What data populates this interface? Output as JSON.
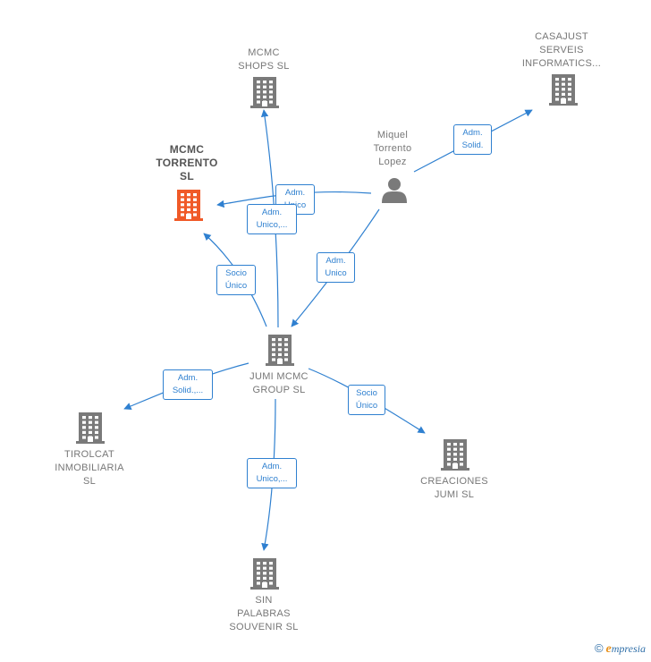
{
  "colors": {
    "edge": "#2f80d0",
    "building": "#7a7a7a",
    "focus": "#f05a28",
    "person": "#7a7a7a"
  },
  "nodes": [
    {
      "id": "casajust",
      "label": "CASAJUST\nSERVEIS\nINFORMATICS...",
      "icon": "building-icon",
      "focus": false
    },
    {
      "id": "mcmc_shops",
      "label": "MCMC\nSHOPS  SL",
      "icon": "building-icon",
      "focus": false
    },
    {
      "id": "mcmc_torrento",
      "label": "MCMC\nTORRENTO\nSL",
      "icon": "building-icon",
      "focus": true
    },
    {
      "id": "miquel",
      "label": "Miquel\nTorrento\nLopez",
      "icon": "person-icon",
      "focus": false
    },
    {
      "id": "jumi",
      "label": "JUMI MCMC\nGROUP  SL",
      "icon": "building-icon",
      "focus": false
    },
    {
      "id": "tirolcat",
      "label": "TIROLCAT\nINMOBILIARIA\nSL",
      "icon": "building-icon",
      "focus": false
    },
    {
      "id": "creaciones",
      "label": "CREACIONES\nJUMI SL",
      "icon": "building-icon",
      "focus": false
    },
    {
      "id": "sin_palabras",
      "label": "SIN\nPALABRAS\nSOUVENIR  SL",
      "icon": "building-icon",
      "focus": false
    }
  ],
  "edges": [
    {
      "id": "e1",
      "label": "Adm.\nSolid.",
      "from": "miquel",
      "to": "casajust"
    },
    {
      "id": "e2",
      "label": "Adm.\nUnico",
      "from": "miquel",
      "to": "mcmc_torrento"
    },
    {
      "id": "e3",
      "label": "Adm.\nUnico",
      "from": "miquel",
      "to": "jumi"
    },
    {
      "id": "e4",
      "label": "Adm.\nUnico,...",
      "from": "jumi",
      "to": "mcmc_shops"
    },
    {
      "id": "e5",
      "label": "Socio\nÚnico",
      "from": "jumi",
      "to": "mcmc_torrento"
    },
    {
      "id": "e6",
      "label": "Adm.\nSolid.,...",
      "from": "jumi",
      "to": "tirolcat"
    },
    {
      "id": "e7",
      "label": "Socio\nÚnico",
      "from": "jumi",
      "to": "creaciones"
    },
    {
      "id": "e8",
      "label": "Adm.\nUnico,...",
      "from": "jumi",
      "to": "sin_palabras"
    }
  ],
  "brand": {
    "copyright": "©",
    "initial": "e",
    "rest": "mpresia"
  }
}
